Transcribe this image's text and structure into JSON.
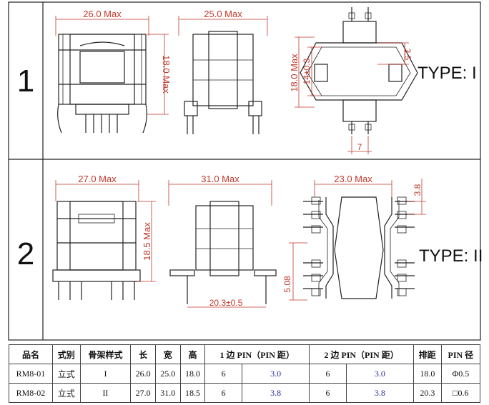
{
  "rows": [
    {
      "number": "1",
      "type_label": "TYPE: I",
      "dims": {
        "front_width": "26.0 Max",
        "front_height": "18.0 Max",
        "side_width": "25.0 Max",
        "top_height": "18.0 Max",
        "top_inner": "14±0.3",
        "top_pitch": "3.5",
        "top_gap": "7"
      }
    },
    {
      "number": "2",
      "type_label": "TYPE: II",
      "dims": {
        "front_width": "27.0 Max",
        "front_height": "18.5 Max",
        "side_width": "31.0 Max",
        "side_base": "20.3±0.5",
        "top_width": "23.0 Max",
        "top_pitch": "3.8",
        "top_gap": "5.08"
      }
    }
  ],
  "table": {
    "headers": [
      "品名",
      "式别",
      "骨架样式",
      "长",
      "宽",
      "高",
      "1 边 PIN（PIN 距）",
      "2 边 PIN（PIN 距）",
      "排距",
      "PIN 径"
    ],
    "rows": [
      [
        "RM8-01",
        "立式",
        "I",
        "26.0",
        "25.0",
        "18.0",
        "6",
        "3.0",
        "6",
        "3.0",
        "18.0",
        "Φ0.5"
      ],
      [
        "RM8-02",
        "立式",
        "II",
        "27.0",
        "31.0",
        "18.5",
        "6",
        "3.8",
        "6",
        "3.8",
        "20.3",
        "□0.6"
      ]
    ]
  }
}
